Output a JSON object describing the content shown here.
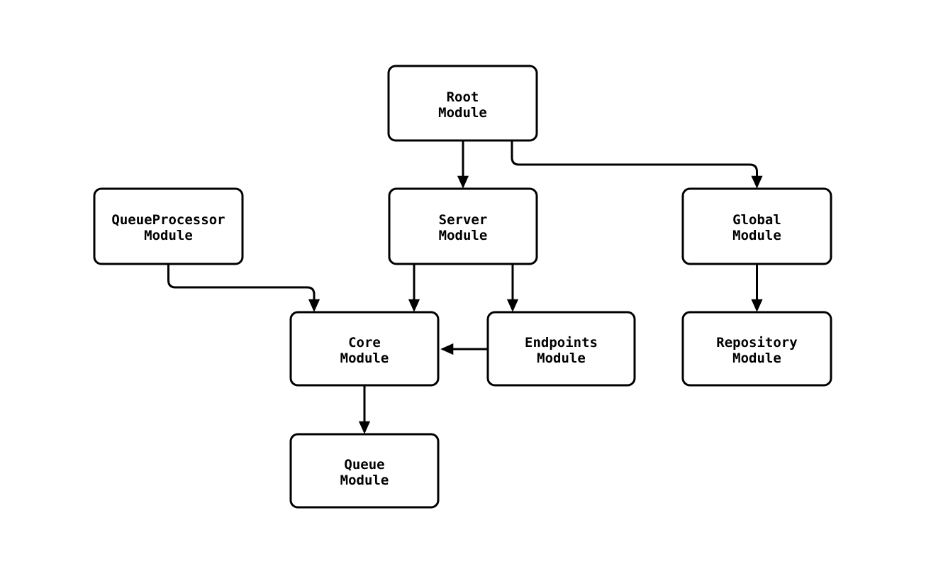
{
  "diagram": {
    "type": "flowchart",
    "orientation": "top-down",
    "background_color": "#ffffff",
    "node_fill_color": "#ffffff",
    "node_border_color": "#000000",
    "edge_color": "#000000",
    "text_color": "#000000",
    "nodes": [
      {
        "id": "root",
        "line1": "Root",
        "line2": "Module"
      },
      {
        "id": "queueprocessor",
        "line1": "QueueProcessor",
        "line2": "Module"
      },
      {
        "id": "server",
        "line1": "Server",
        "line2": "Module"
      },
      {
        "id": "global",
        "line1": "Global",
        "line2": "Module"
      },
      {
        "id": "core",
        "line1": "Core",
        "line2": "Module"
      },
      {
        "id": "endpoints",
        "line1": "Endpoints",
        "line2": "Module"
      },
      {
        "id": "repository",
        "line1": "Repository",
        "line2": "Module"
      },
      {
        "id": "queue",
        "line1": "Queue",
        "line2": "Module"
      }
    ],
    "edges": [
      {
        "from": "root",
        "to": "server"
      },
      {
        "from": "root",
        "to": "global"
      },
      {
        "from": "queueprocessor",
        "to": "core"
      },
      {
        "from": "server",
        "to": "core"
      },
      {
        "from": "server",
        "to": "endpoints"
      },
      {
        "from": "global",
        "to": "repository"
      },
      {
        "from": "endpoints",
        "to": "core"
      },
      {
        "from": "core",
        "to": "queue"
      }
    ]
  }
}
